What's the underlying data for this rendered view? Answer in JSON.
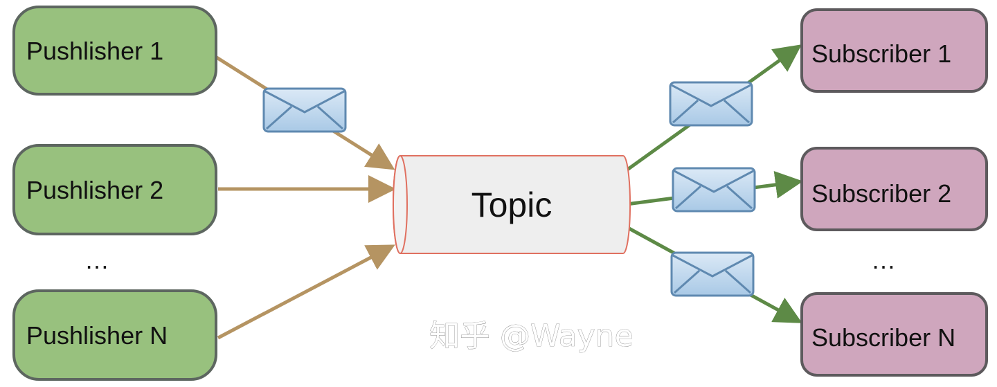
{
  "publishers": [
    "Pushlisher 1",
    "Pushlisher 2",
    "Pushlisher N"
  ],
  "subscribers": [
    "Subscriber 1",
    "Subscriber 2",
    "Subscriber N"
  ],
  "topic": "Topic",
  "ellipsis_left": "…",
  "ellipsis_right": "…",
  "watermark": "知乎 @Wayne",
  "colors": {
    "publisher": "#98c17e",
    "subscriber": "#cfa6bd",
    "topic": "#eeeeee",
    "pub_arrow": "#b59462",
    "sub_arrow": "#5d8a46",
    "envelope": "#c9dff0"
  }
}
